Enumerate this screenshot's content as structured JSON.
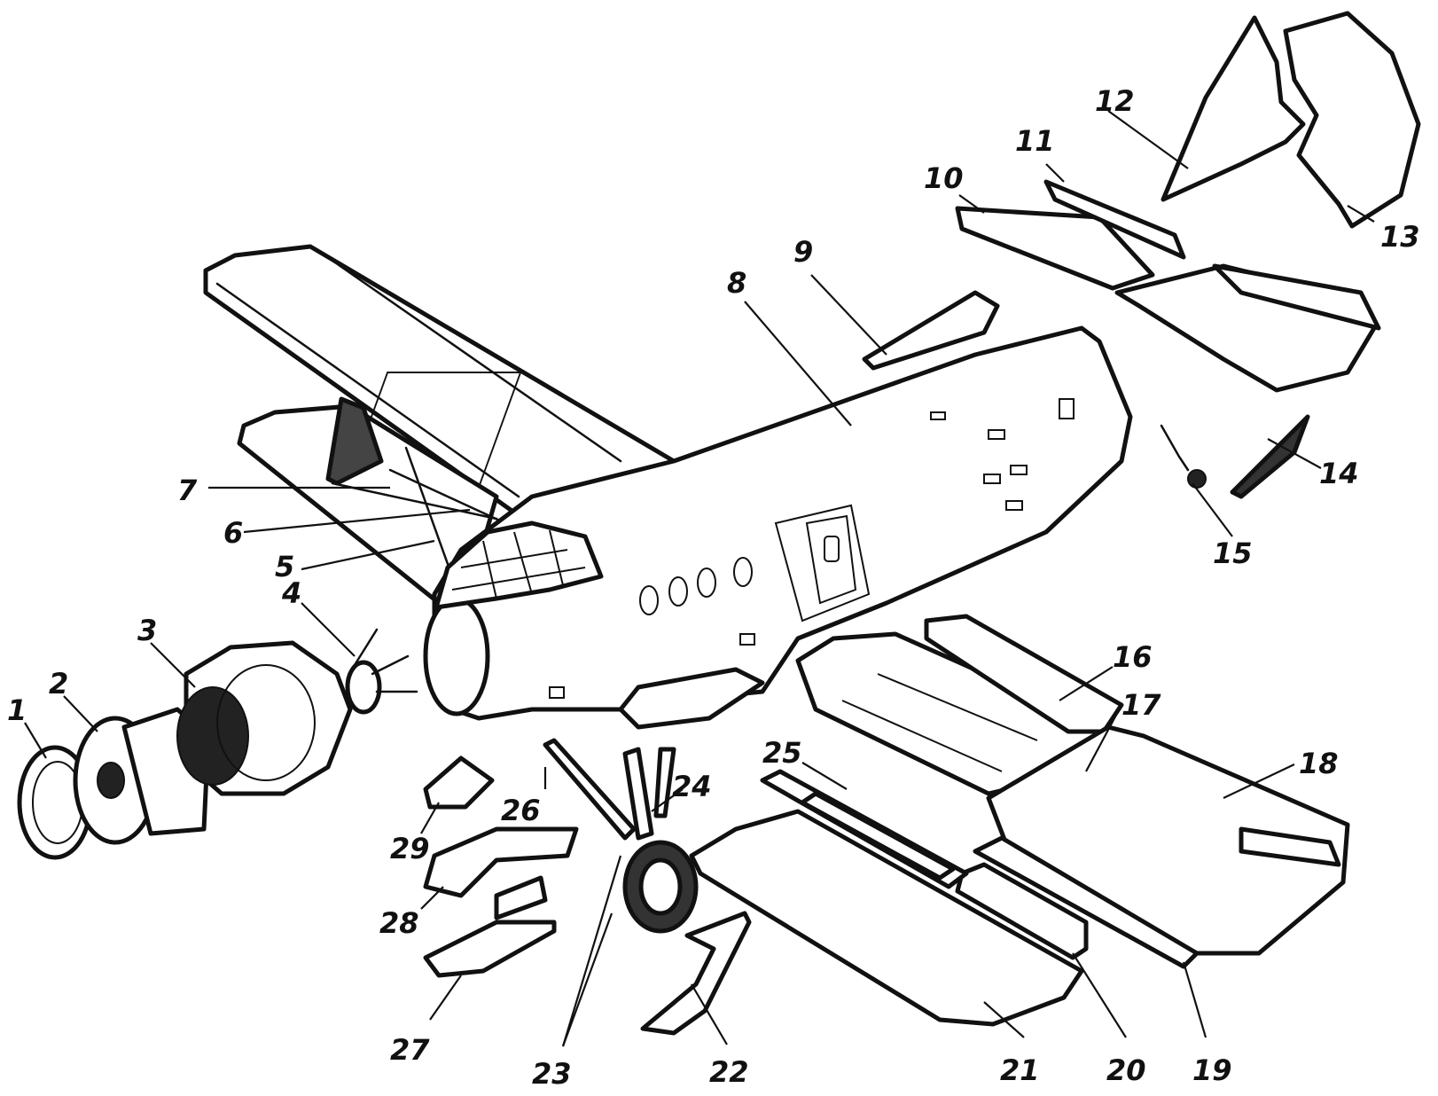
{
  "callouts": [
    {
      "n": "1"
    },
    {
      "n": "2"
    },
    {
      "n": "3"
    },
    {
      "n": "4"
    },
    {
      "n": "5"
    },
    {
      "n": "6"
    },
    {
      "n": "7"
    },
    {
      "n": "8"
    },
    {
      "n": "9"
    },
    {
      "n": "10"
    },
    {
      "n": "11"
    },
    {
      "n": "12"
    },
    {
      "n": "13"
    },
    {
      "n": "14"
    },
    {
      "n": "15"
    },
    {
      "n": "16"
    },
    {
      "n": "17"
    },
    {
      "n": "18"
    },
    {
      "n": "19"
    },
    {
      "n": "20"
    },
    {
      "n": "21"
    },
    {
      "n": "22"
    },
    {
      "n": "23"
    },
    {
      "n": "24"
    },
    {
      "n": "25"
    },
    {
      "n": "26"
    },
    {
      "n": "27"
    },
    {
      "n": "28"
    },
    {
      "n": "29"
    }
  ]
}
